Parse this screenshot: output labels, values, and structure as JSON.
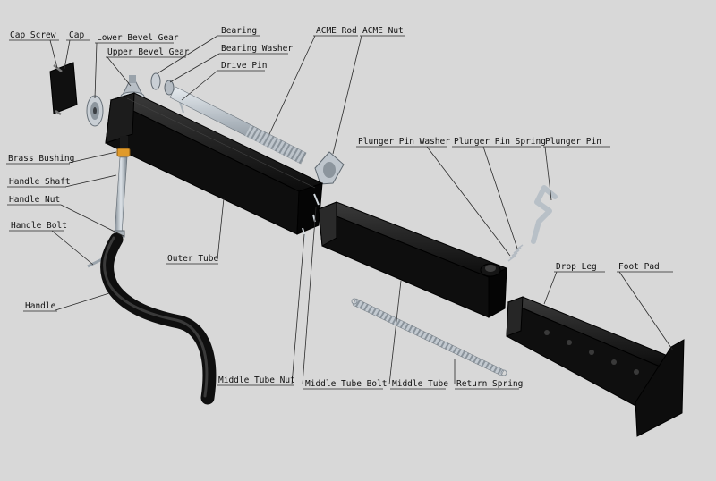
{
  "diagram": {
    "background": "#d8d8d8",
    "part_color": "#111111",
    "metal_color": "#b4bcc4",
    "accent_color": "#e09a2a",
    "labels": {
      "cap_screw": "Cap Screw",
      "cap": "Cap",
      "lower_bevel_gear": "Lower Bevel Gear",
      "upper_bevel_gear": "Upper Bevel Gear",
      "bearing": "Bearing",
      "bearing_washer": "Bearing Washer",
      "drive_pin": "Drive Pin",
      "acme_rod": "ACME Rod",
      "acme_nut": "ACME Nut",
      "brass_bushing": "Brass Bushing",
      "handle_shaft": "Handle Shaft",
      "handle_nut": "Handle Nut",
      "handle_bolt": "Handle Bolt",
      "handle": "Handle",
      "outer_tube": "Outer Tube",
      "plunger_pin_washer": "Plunger Pin Washer",
      "plunger_pin_spring": "Plunger Pin Spring",
      "plunger_pin": "Plunger Pin",
      "drop_leg": "Drop Leg",
      "foot_pad": "Foot Pad",
      "middle_tube_nut": "Middle Tube Nut",
      "middle_tube_bolt": "Middle Tube Bolt",
      "middle_tube": "Middle Tube",
      "return_spring": "Return Spring"
    }
  }
}
